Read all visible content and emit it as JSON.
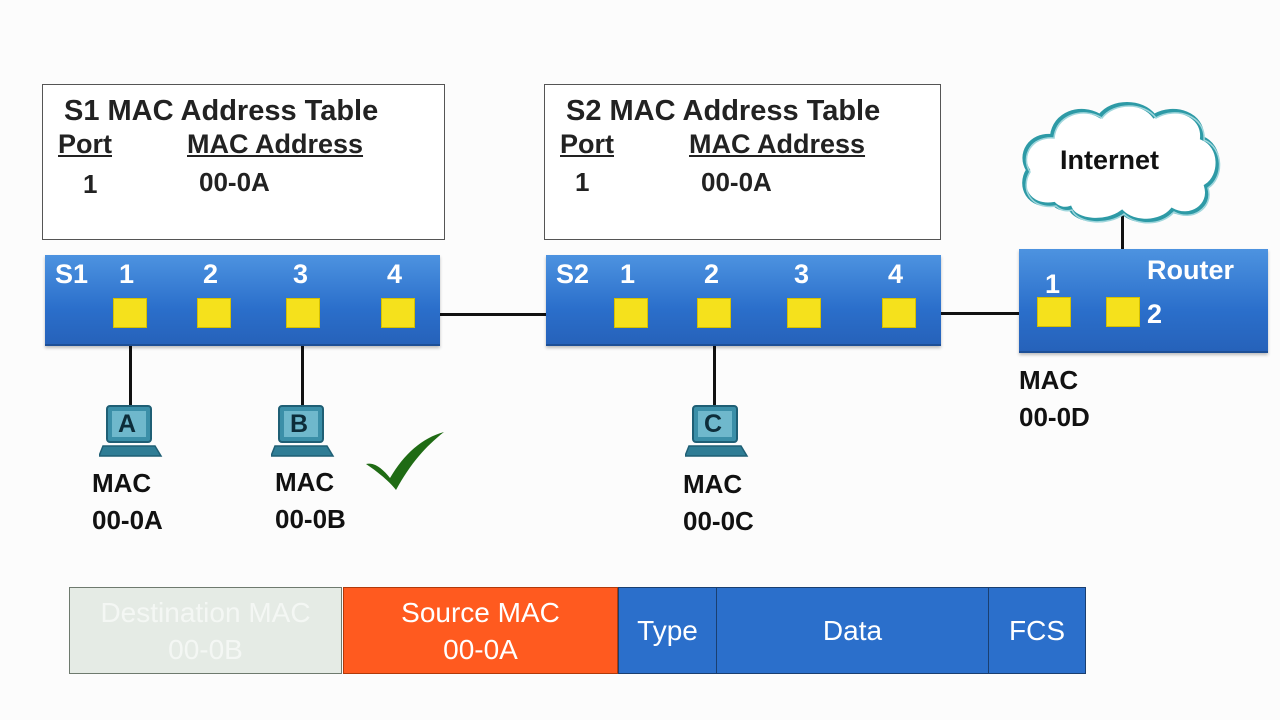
{
  "s1_table": {
    "title": "S1 MAC Address Table",
    "port_header": "Port",
    "mac_header": "MAC Address",
    "rows": [
      {
        "port": "1",
        "mac": "00-0A"
      }
    ]
  },
  "s2_table": {
    "title": "S2 MAC Address Table",
    "port_header": "Port",
    "mac_header": "MAC Address",
    "rows": [
      {
        "port": "1",
        "mac": "00-0A"
      }
    ]
  },
  "s1": {
    "name": "S1",
    "ports": [
      "1",
      "2",
      "3",
      "4"
    ]
  },
  "s2": {
    "name": "S2",
    "ports": [
      "1",
      "2",
      "3",
      "4"
    ]
  },
  "router": {
    "name": "Router",
    "ports": [
      "1",
      "2"
    ],
    "mac_label": "MAC",
    "mac": "00-0D"
  },
  "cloud": {
    "label": "Internet"
  },
  "hosts": [
    {
      "letter": "A",
      "mac_label": "MAC",
      "mac": "00-0A"
    },
    {
      "letter": "B",
      "mac_label": "MAC",
      "mac": "00-0B"
    },
    {
      "letter": "C",
      "mac_label": "MAC",
      "mac": "00-0C"
    }
  ],
  "frame": {
    "dest_label": "Destination MAC",
    "dest_value": "00-0B",
    "source_label": "Source MAC",
    "source_value": "00-0A",
    "type": "Type",
    "data": "Data",
    "fcs": "FCS"
  },
  "colors": {
    "switch_blue": "#2b6fcb",
    "port_yellow": "#f5e11c",
    "source_orange": "#ff5a1f",
    "dest_faded": "#e5ebe5",
    "check_green": "#1f6b14"
  }
}
